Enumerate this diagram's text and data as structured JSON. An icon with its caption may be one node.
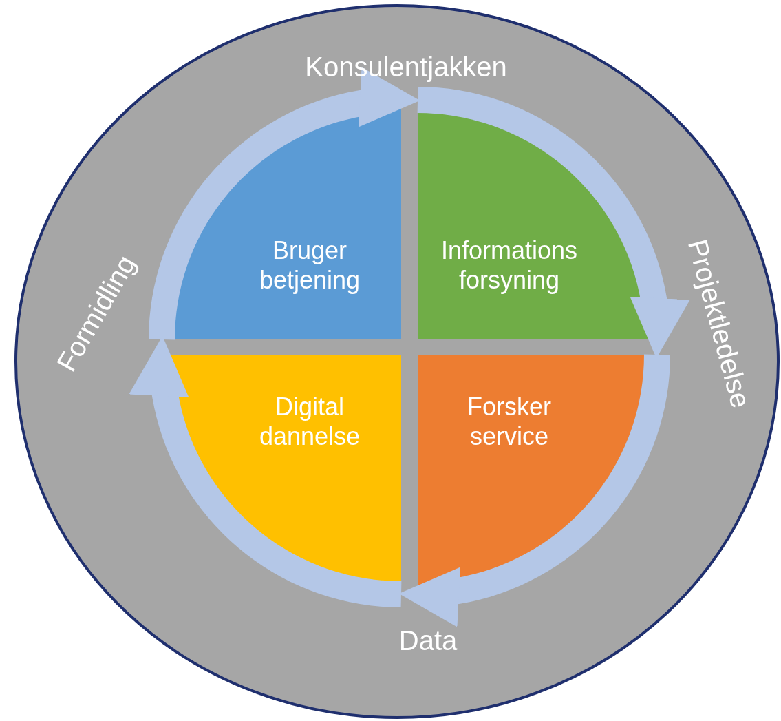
{
  "diagram": {
    "nodes": [
      {
        "text": [
          "Bruger betjening"
        ]
      },
      {
        "text": [
          "Informations forsyning"
        ]
      },
      {
        "text": [
          "Digital dannelse"
        ]
      },
      {
        "text": [
          "Forsker service"
        ]
      }
    ],
    "edges": [
      {
        "from": 0,
        "to": 1,
        "arrow": "to"
      },
      {
        "from": 1,
        "to": 3,
        "arrow": "to"
      },
      {
        "from": 3,
        "to": 2,
        "arrow": "to"
      },
      {
        "from": 2,
        "to": 0,
        "arrow": "to"
      }
    ],
    "labels": [
      "Konsulentjakken",
      "Formidling",
      "Projektledelse",
      "Data"
    ]
  }
}
